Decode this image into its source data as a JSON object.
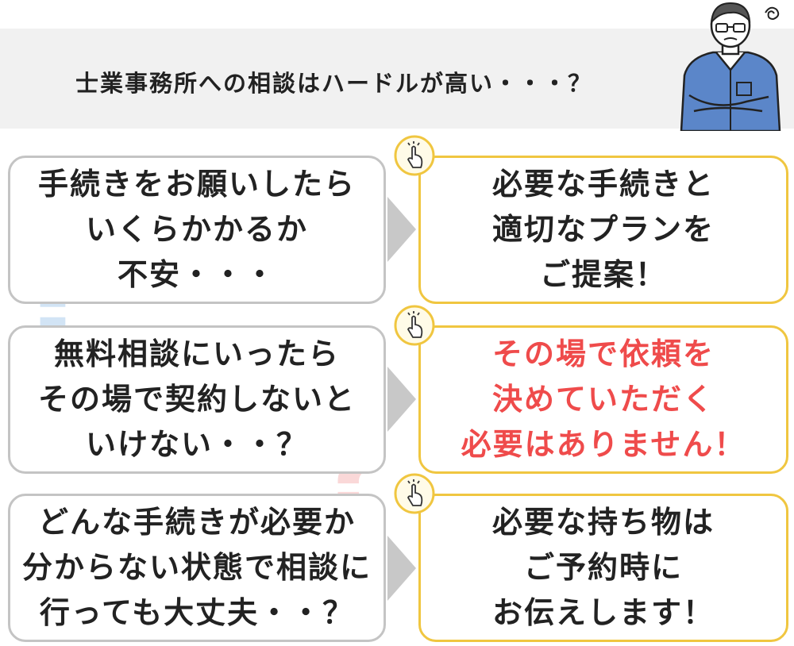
{
  "header": {
    "title": "士業事務所への相談はハードルが高い・・・？"
  },
  "rows": [
    {
      "question_lines": [
        "手続きをお願いしたら",
        "いくらかかるか",
        "不安・・・"
      ],
      "answer_lines": [
        "必要な手続きと",
        "適切なプランを",
        "ご提案！"
      ],
      "answer_highlight": false
    },
    {
      "question_lines": [
        "無料相談にいったら",
        "その場で契約しないと",
        "いけない・・？"
      ],
      "answer_lines": [
        "その場で依頼を",
        "決めていただく",
        "必要はありません！"
      ],
      "answer_highlight": true
    },
    {
      "question_lines": [
        "どんな手続きが必要か",
        "分からない状態で相談に",
        "行っても大丈夫・・？"
      ],
      "answer_lines": [
        "必要な持ち物は",
        "ご予約時に",
        "お伝えします！"
      ],
      "answer_highlight": false
    }
  ],
  "decorations": {
    "question_mark_blue": "?",
    "question_mark_pink": "?"
  },
  "colors": {
    "banner_bg": "#f1f1f1",
    "left_border": "#c4c4c4",
    "right_border": "#f0c640",
    "highlight_text": "#ef4b4b",
    "arrow": "#c8c8c8",
    "shirt": "#5b86c9"
  },
  "icons": {
    "person": "worried-man-icon",
    "hand": "pointing-hand-icon",
    "arrow": "right-arrow-icon"
  }
}
